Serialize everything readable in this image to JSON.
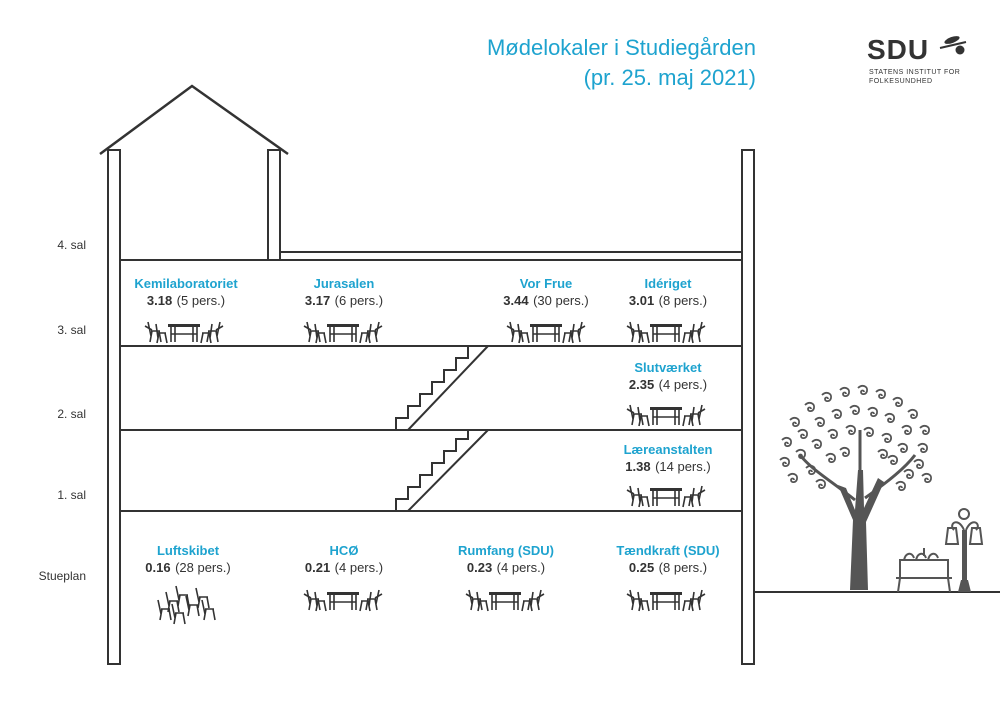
{
  "title": {
    "line1": "Mødelokaler i Studiegården",
    "line2": "(pr. 25. maj 2021)"
  },
  "logo": {
    "text": "SDU",
    "sub_line1": "STATENS INSTITUT FOR",
    "sub_line2": "FOLKESUNDHED"
  },
  "floors": {
    "sal4": "4. sal",
    "sal3": "3. sal",
    "sal2": "2. sal",
    "sal1": "1. sal",
    "stue": "Stueplan"
  },
  "rooms": {
    "kemilaboratoriet": {
      "name": "Kemilaboratoriet",
      "code": "3.18",
      "capacity": "(5 pers.)"
    },
    "jurasalen": {
      "name": "Jurasalen",
      "code": "3.17",
      "capacity": "(6 pers.)"
    },
    "vor_frue": {
      "name": "Vor Frue",
      "code": "3.44",
      "capacity": "(30 pers.)"
    },
    "ideriget": {
      "name": "Idériget",
      "code": "3.01",
      "capacity": "(8 pers.)"
    },
    "slutvaerket": {
      "name": "Slutværket",
      "code": "2.35",
      "capacity": "(4 pers.)"
    },
    "laereanstalten": {
      "name": "Læreanstalten",
      "code": "1.38",
      "capacity": "(14 pers.)"
    },
    "luftskibet": {
      "name": "Luftskibet",
      "code": "0.16",
      "capacity": "(28 pers.)"
    },
    "hco": {
      "name": "HCØ",
      "code": "0.21",
      "capacity": "(4 pers.)"
    },
    "rumfang": {
      "name": "Rumfang (SDU)",
      "code": "0.23",
      "capacity": "(4 pers.)"
    },
    "taendkraft": {
      "name": "Tændkraft (SDU)",
      "code": "0.25",
      "capacity": "(8 pers.)"
    }
  },
  "colors": {
    "accent": "#1ea3cf",
    "line": "#333333",
    "tree": "#555555"
  },
  "icons": {
    "table_set": "table-with-chairs-icon",
    "stacked": "stacked-chairs-icon",
    "tree": "tree-icon",
    "bench": "bench-icon",
    "lamp": "street-lamp-icon",
    "stairs": "staircase-icon"
  }
}
